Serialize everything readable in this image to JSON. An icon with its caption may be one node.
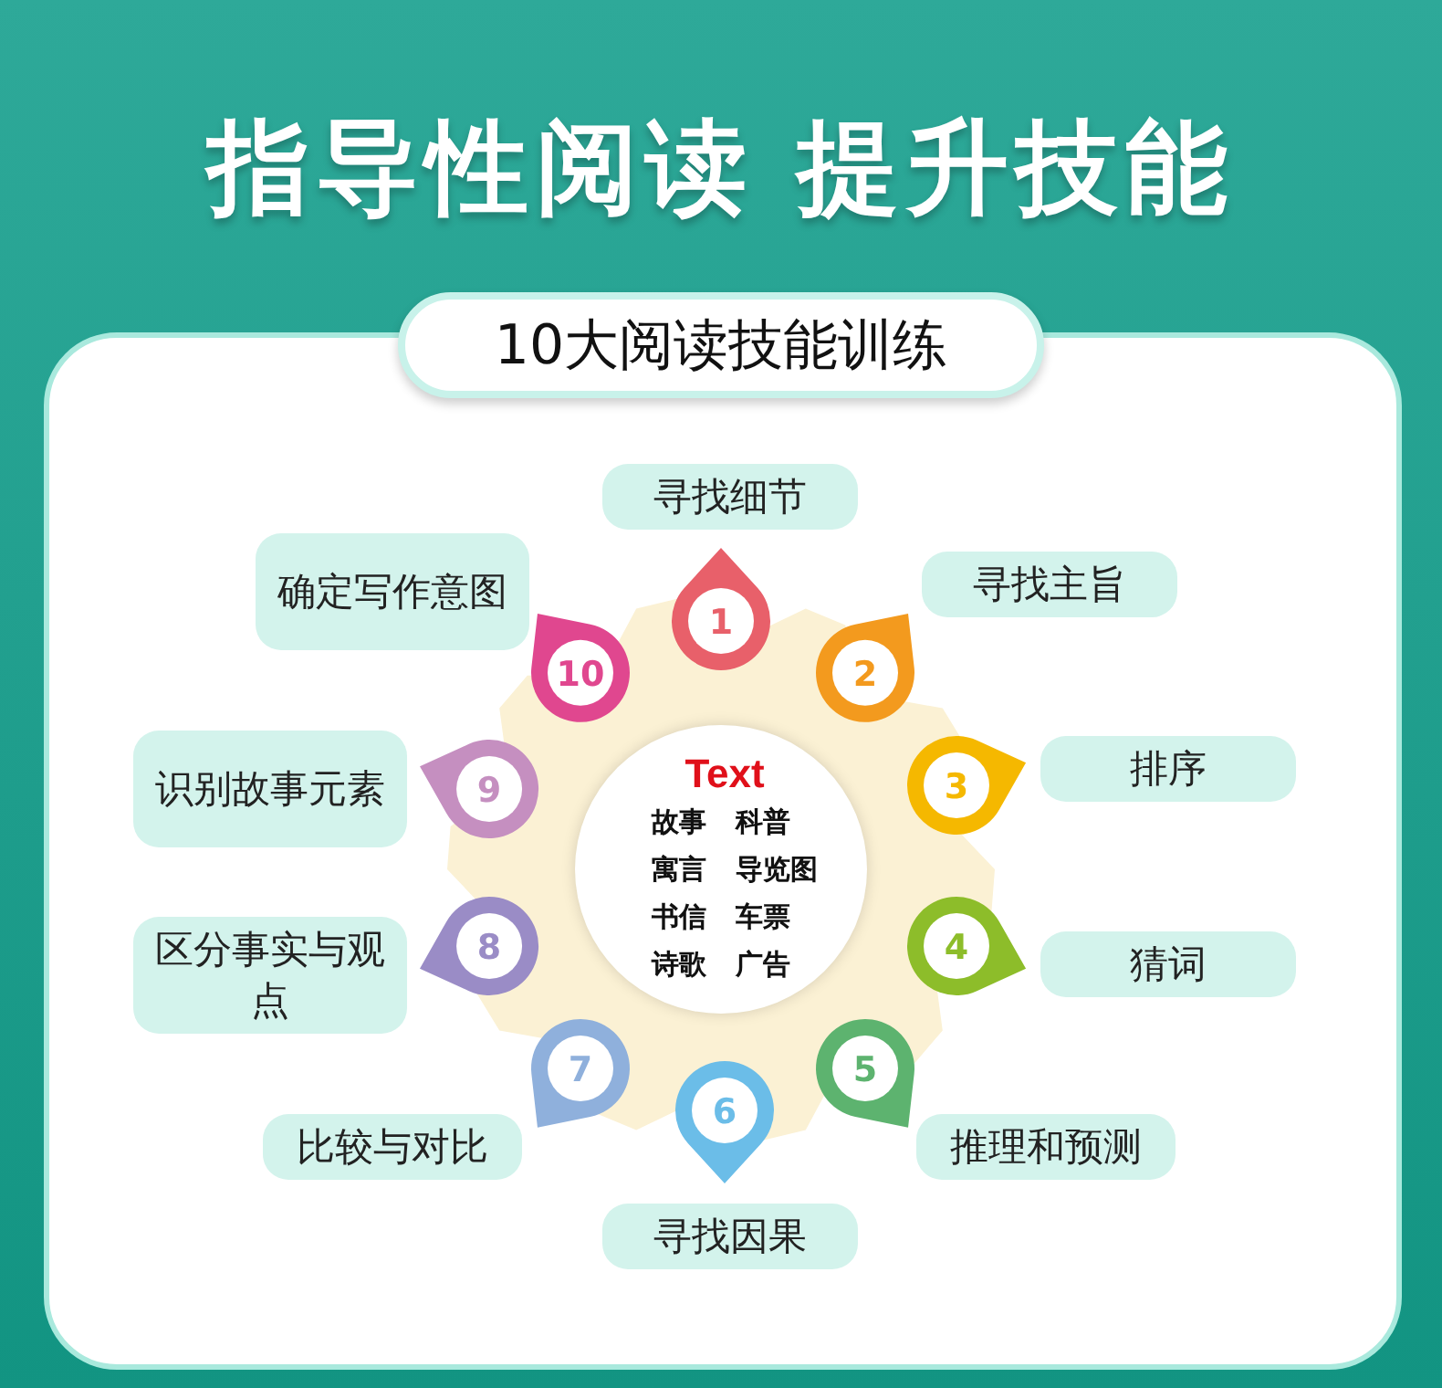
{
  "diagram": {
    "title": "指导性阅读 提升技能",
    "nodes": [
      {
        "text": [
          "10大阅读技能训练"
        ]
      },
      {
        "text": [
          "Text",
          "故事",
          "科普",
          "寓言",
          "导览图",
          "书信",
          "车票",
          "诗歌",
          "广告"
        ]
      },
      {
        "text": [
          "1"
        ]
      },
      {
        "text": [
          "寻找细节"
        ]
      },
      {
        "text": [
          "2"
        ]
      },
      {
        "text": [
          "寻找主旨"
        ]
      },
      {
        "text": [
          "3"
        ]
      },
      {
        "text": [
          "排序"
        ]
      },
      {
        "text": [
          "4"
        ]
      },
      {
        "text": [
          "猜词"
        ]
      },
      {
        "text": [
          "5"
        ]
      },
      {
        "text": [
          "推理和预测"
        ]
      },
      {
        "text": [
          "6"
        ]
      },
      {
        "text": [
          "寻找因果"
        ]
      },
      {
        "text": [
          "7"
        ]
      },
      {
        "text": [
          "比较与对比"
        ]
      },
      {
        "text": [
          "8"
        ]
      },
      {
        "text": [
          "区分事实与观点"
        ]
      },
      {
        "text": [
          "9"
        ]
      },
      {
        "text": [
          "识别故事元素"
        ]
      },
      {
        "text": [
          "10"
        ]
      },
      {
        "text": [
          "确定写作意图"
        ]
      }
    ]
  }
}
